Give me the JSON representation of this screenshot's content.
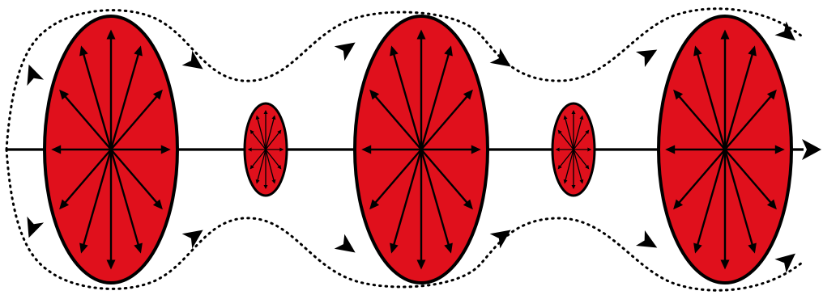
{
  "diagram": {
    "colors": {
      "background": "#ffffff",
      "fill": "#e0101c",
      "stroke": "#000000"
    },
    "large_cell_count": 3,
    "small_cell_count": 2,
    "arrows_per_large_cell": 12,
    "arrows_per_small_cell": 12,
    "field_line_style": "dotted",
    "axis_direction": "right"
  }
}
